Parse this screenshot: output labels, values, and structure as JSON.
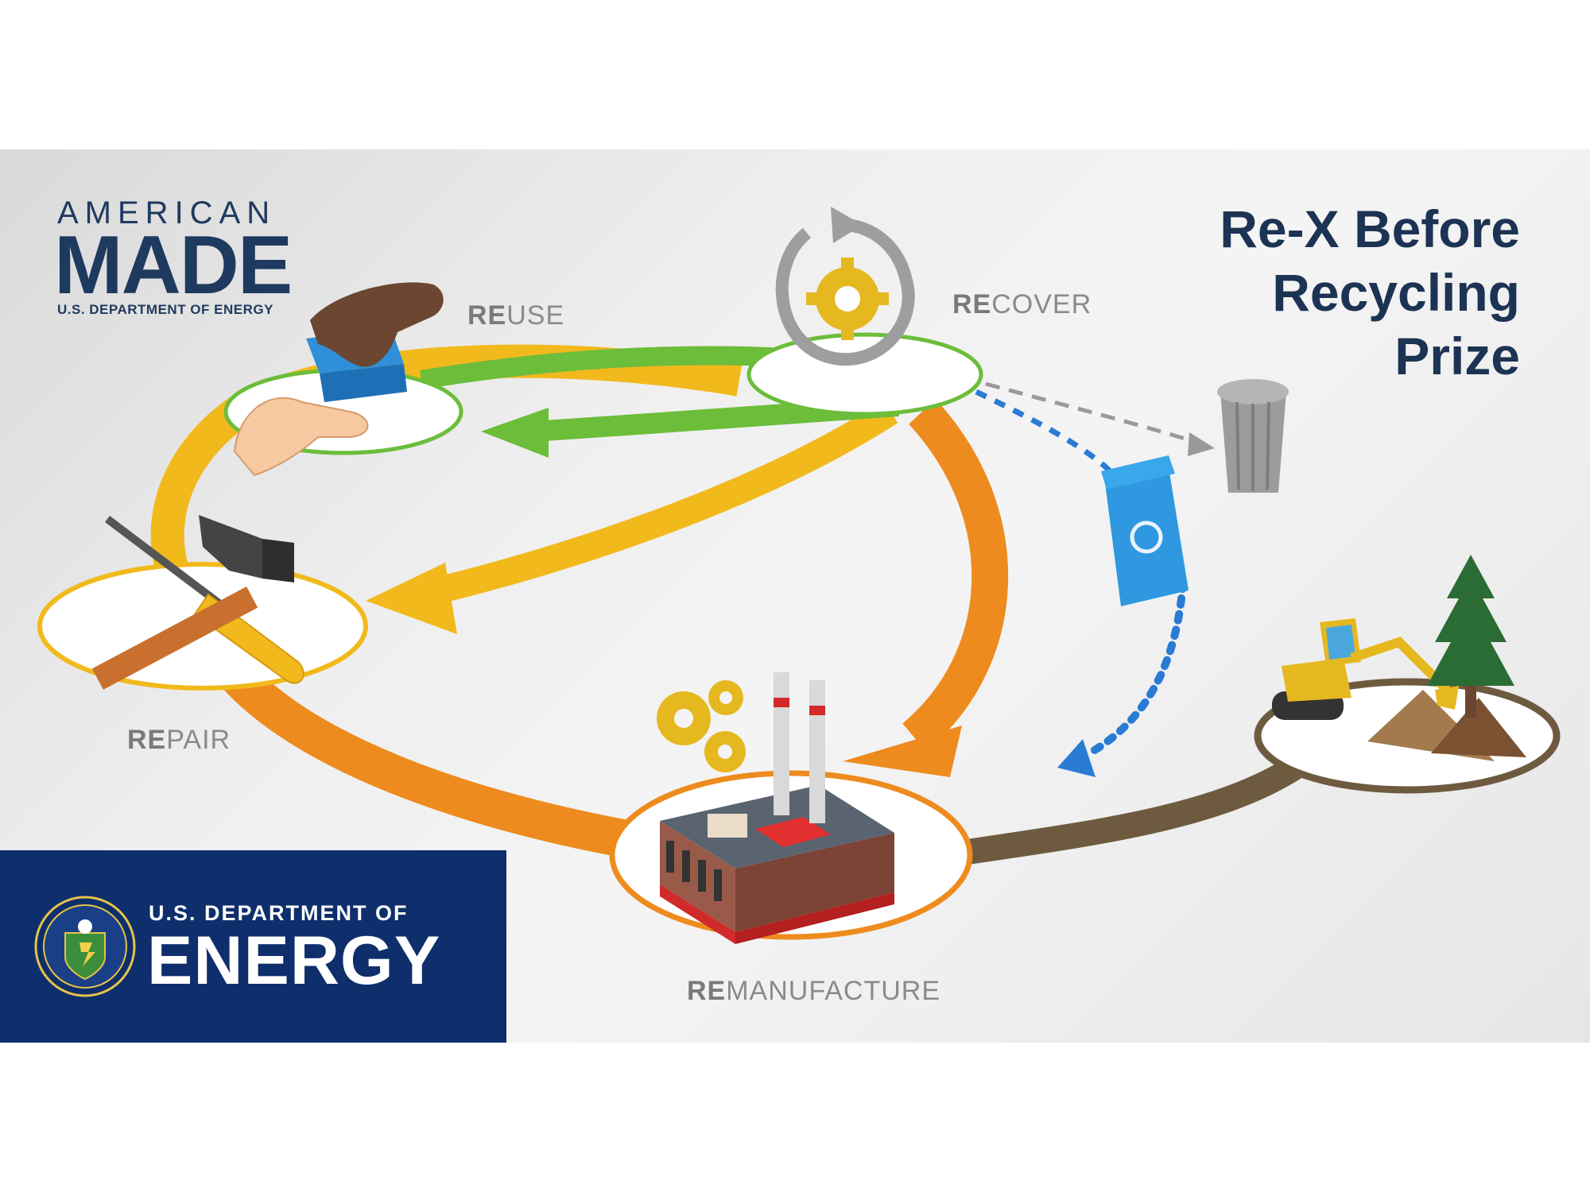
{
  "branding": {
    "american_made_line1": "AMERICAN",
    "american_made_line2": "MADE",
    "american_made_line3": "U.S. DEPARTMENT OF ENERGY",
    "doe_line1": "U.S. DEPARTMENT OF",
    "doe_line2": "ENERGY"
  },
  "title": {
    "line1": "Re-X Before",
    "line2": "Recycling",
    "line3": "Prize"
  },
  "stages": {
    "reuse": {
      "prefix": "RE",
      "rest": "USE"
    },
    "recover": {
      "prefix": "RE",
      "rest": "COVER"
    },
    "repair": {
      "prefix": "RE",
      "rest": "PAIR"
    },
    "remanufacture": {
      "prefix": "RE",
      "rest": "MANUFACTURE"
    }
  },
  "colors": {
    "navy": "#1c3354",
    "doe_blue": "#0e2f6b",
    "green": "#6cbd3a",
    "yellow": "#f2b91c",
    "orange": "#ee8b1e",
    "brown": "#6e5b3f",
    "blue_dotted": "#2a7bd4",
    "gray_dashed": "#9a9a9a"
  },
  "icons": [
    "hand-block-icon",
    "recover-gear-icon",
    "tools-icon",
    "factory-icon",
    "recycle-bin-icon",
    "trash-can-icon",
    "excavator-tree-icon",
    "doe-seal-icon"
  ]
}
